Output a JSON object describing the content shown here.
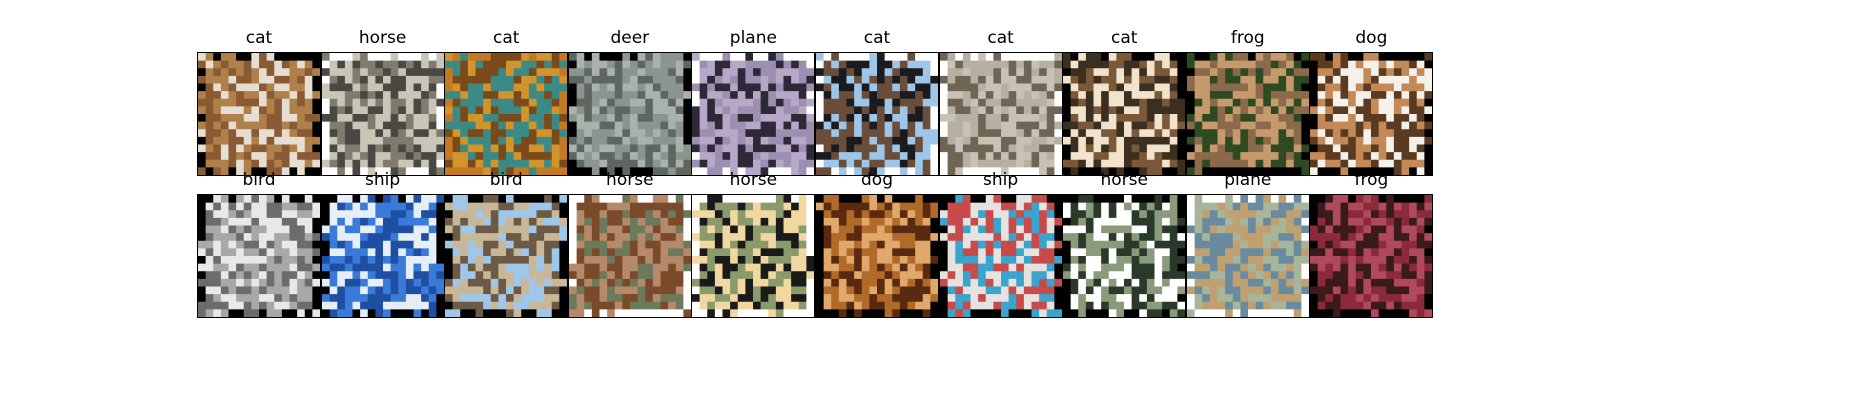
{
  "figure": {
    "rows": [
      {
        "cells": [
          {
            "label": "cat",
            "palette": [
              "#000000",
              "#b0804a",
              "#e6ded0",
              "#8a5a34"
            ]
          },
          {
            "label": "horse",
            "palette": [
              "#ffffff",
              "#c9c6b8",
              "#4a4843",
              "#7f7c6e"
            ]
          },
          {
            "label": "cat",
            "palette": [
              "#c47a22",
              "#d4942c",
              "#7a4a1a",
              "#3b8a86"
            ]
          },
          {
            "label": "deer",
            "palette": [
              "#000000",
              "#a9b2ad",
              "#5f6660",
              "#8c948f"
            ]
          },
          {
            "label": "plane",
            "palette": [
              "#ffffff",
              "#9d8fb2",
              "#2c2a36",
              "#b7a8c8"
            ]
          },
          {
            "label": "cat",
            "palette": [
              "#ffffff",
              "#9dc6e8",
              "#1b1a1e",
              "#6a4e3a"
            ]
          },
          {
            "label": "cat",
            "palette": [
              "#ffffff",
              "#b7b0a2",
              "#6f6554",
              "#c8c2b6"
            ]
          },
          {
            "label": "cat",
            "palette": [
              "#000000",
              "#f2e4cc",
              "#7a5838",
              "#3b3020"
            ]
          },
          {
            "label": "frog",
            "palette": [
              "#000000",
              "#2f4a22",
              "#8a6a4a",
              "#c69a6c"
            ]
          },
          {
            "label": "dog",
            "palette": [
              "#000000",
              "#f4f0ea",
              "#5a3a20",
              "#c38a58"
            ]
          }
        ]
      },
      {
        "cells": [
          {
            "label": "bird",
            "palette": [
              "#000000",
              "#e8e8e8",
              "#6c6c6c",
              "#a8a8a8"
            ]
          },
          {
            "label": "ship",
            "palette": [
              "#000000",
              "#3a7ad8",
              "#e6eef8",
              "#1e4fa2"
            ]
          },
          {
            "label": "bird",
            "palette": [
              "#000000",
              "#9ec7ea",
              "#6c5a44",
              "#c9b79a"
            ]
          },
          {
            "label": "horse",
            "palette": [
              "#ffffff",
              "#7a4a2a",
              "#6a7a5a",
              "#b58a6a"
            ]
          },
          {
            "label": "horse",
            "palette": [
              "#ffffff",
              "#f0d8a0",
              "#1a1a1a",
              "#8a9a6a"
            ]
          },
          {
            "label": "dog",
            "palette": [
              "#000000",
              "#b06a2a",
              "#e0a86a",
              "#5a2a10"
            ]
          },
          {
            "label": "ship",
            "palette": [
              "#000000",
              "#3aa4cc",
              "#e6e2e0",
              "#c84a4a"
            ]
          },
          {
            "label": "horse",
            "palette": [
              "#000000",
              "#ffffff",
              "#2a3a2a",
              "#8a9a7a"
            ]
          },
          {
            "label": "plane",
            "palette": [
              "#ffffff",
              "#a7b69a",
              "#6a8aa0",
              "#c0a070"
            ]
          },
          {
            "label": "frog",
            "palette": [
              "#000000",
              "#8a2a3a",
              "#3a1a1a",
              "#b04a5a"
            ]
          }
        ]
      }
    ]
  }
}
